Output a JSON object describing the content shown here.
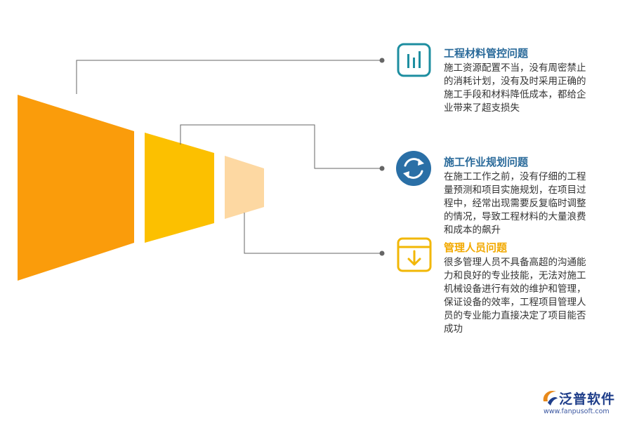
{
  "colors": {
    "segment_1": "#FA9C0B",
    "segment_2": "#FCC000",
    "segment_3": "#FDD8A2",
    "connector": "#666666",
    "icon_teal": "#1d8ea0",
    "icon_blue": "#2a6fa6",
    "icon_yellow": "#f2b705",
    "title_teal": "#2a6a9a",
    "title_yellow": "#f2a900"
  },
  "items": [
    {
      "icon": "bar-chart-icon",
      "title": "工程材料管控问题",
      "lines": [
        "施工资源配置不当，没有周密禁止",
        "的消耗计划，没有及时采用正确的",
        "施工手段和材料降低成本，都给企",
        "业带来了超支损失"
      ]
    },
    {
      "icon": "refresh-icon",
      "title": "施工作业规划问题",
      "lines": [
        "在施工工作之前，没有仔细的工程",
        "量预测和项目实施规划，在项目过",
        "程中，经常出现需要反复临时调整",
        "的情况，导致工程材料的大量浪费",
        "和成本的飙升"
      ]
    },
    {
      "icon": "download-box-icon",
      "title": "管理人员问题",
      "lines": [
        "很多管理人员不具备高超的沟通能",
        "力和良好的专业技能，无法对施工",
        "机械设备进行有效的维护和管理，",
        "保证设备的效率，工程项目管理人",
        "员的专业能力直接决定了项目能否",
        "成功"
      ]
    }
  ],
  "logo": {
    "name": "泛普软件",
    "url": "www.fanpusoft.com"
  }
}
